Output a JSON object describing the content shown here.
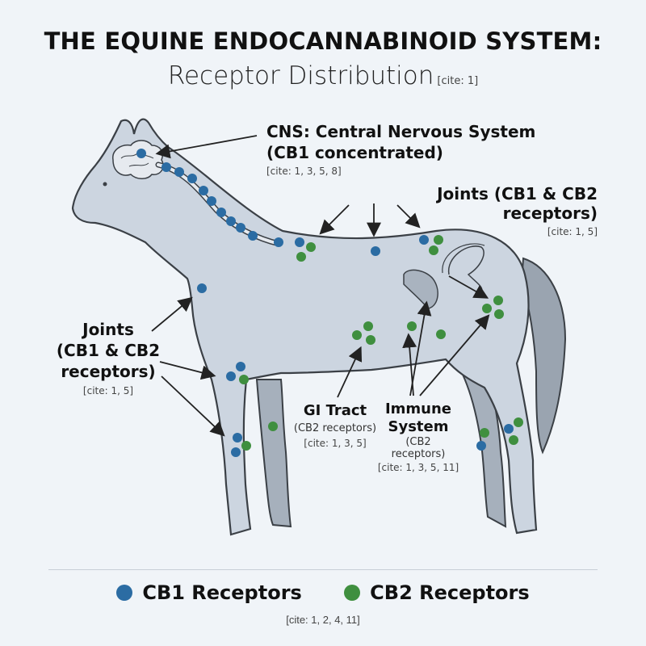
{
  "title": "THE EQUINE ENDOCANNABINOID SYSTEM:",
  "subtitle": "Receptor Distribution",
  "subtitle_cite": "[cite: 1]",
  "labels": {
    "cns": {
      "line1": "CNS: Central Nervous System",
      "line2": "(CB1 concentrated)",
      "cite": "[cite: 1, 3, 5, 8]"
    },
    "joints_top": {
      "text": "Joints (CB1 & CB2 receptors)",
      "cite": "[cite: 1, 5]"
    },
    "joints_left": {
      "line1": "Joints",
      "line2": "(CB1 & CB2",
      "line3": "receptors)",
      "cite": "[cite: 1, 5]"
    },
    "gi": {
      "head": "GI Tract",
      "sub": "(CB2 receptors)",
      "cite": "[cite: 1, 3, 5]"
    },
    "immune": {
      "line1": "Immune",
      "line2": "System",
      "sub1": "(CB2",
      "sub2": "receptors)",
      "cite": "[cite: 1, 3, 5, 11]"
    }
  },
  "legend": {
    "cb1_label": "CB1 Receptors",
    "cb2_label": "CB2 Receptors",
    "cite": "[cite: 1, 2, 4, 11]"
  },
  "colors": {
    "cb1": "#2b6ca3",
    "cb2": "#3f8f3f",
    "body": "#ccd5e0",
    "outline": "#3b4046",
    "tail": "#9aa4b0",
    "far_legs": "#a6b0bc"
  }
}
